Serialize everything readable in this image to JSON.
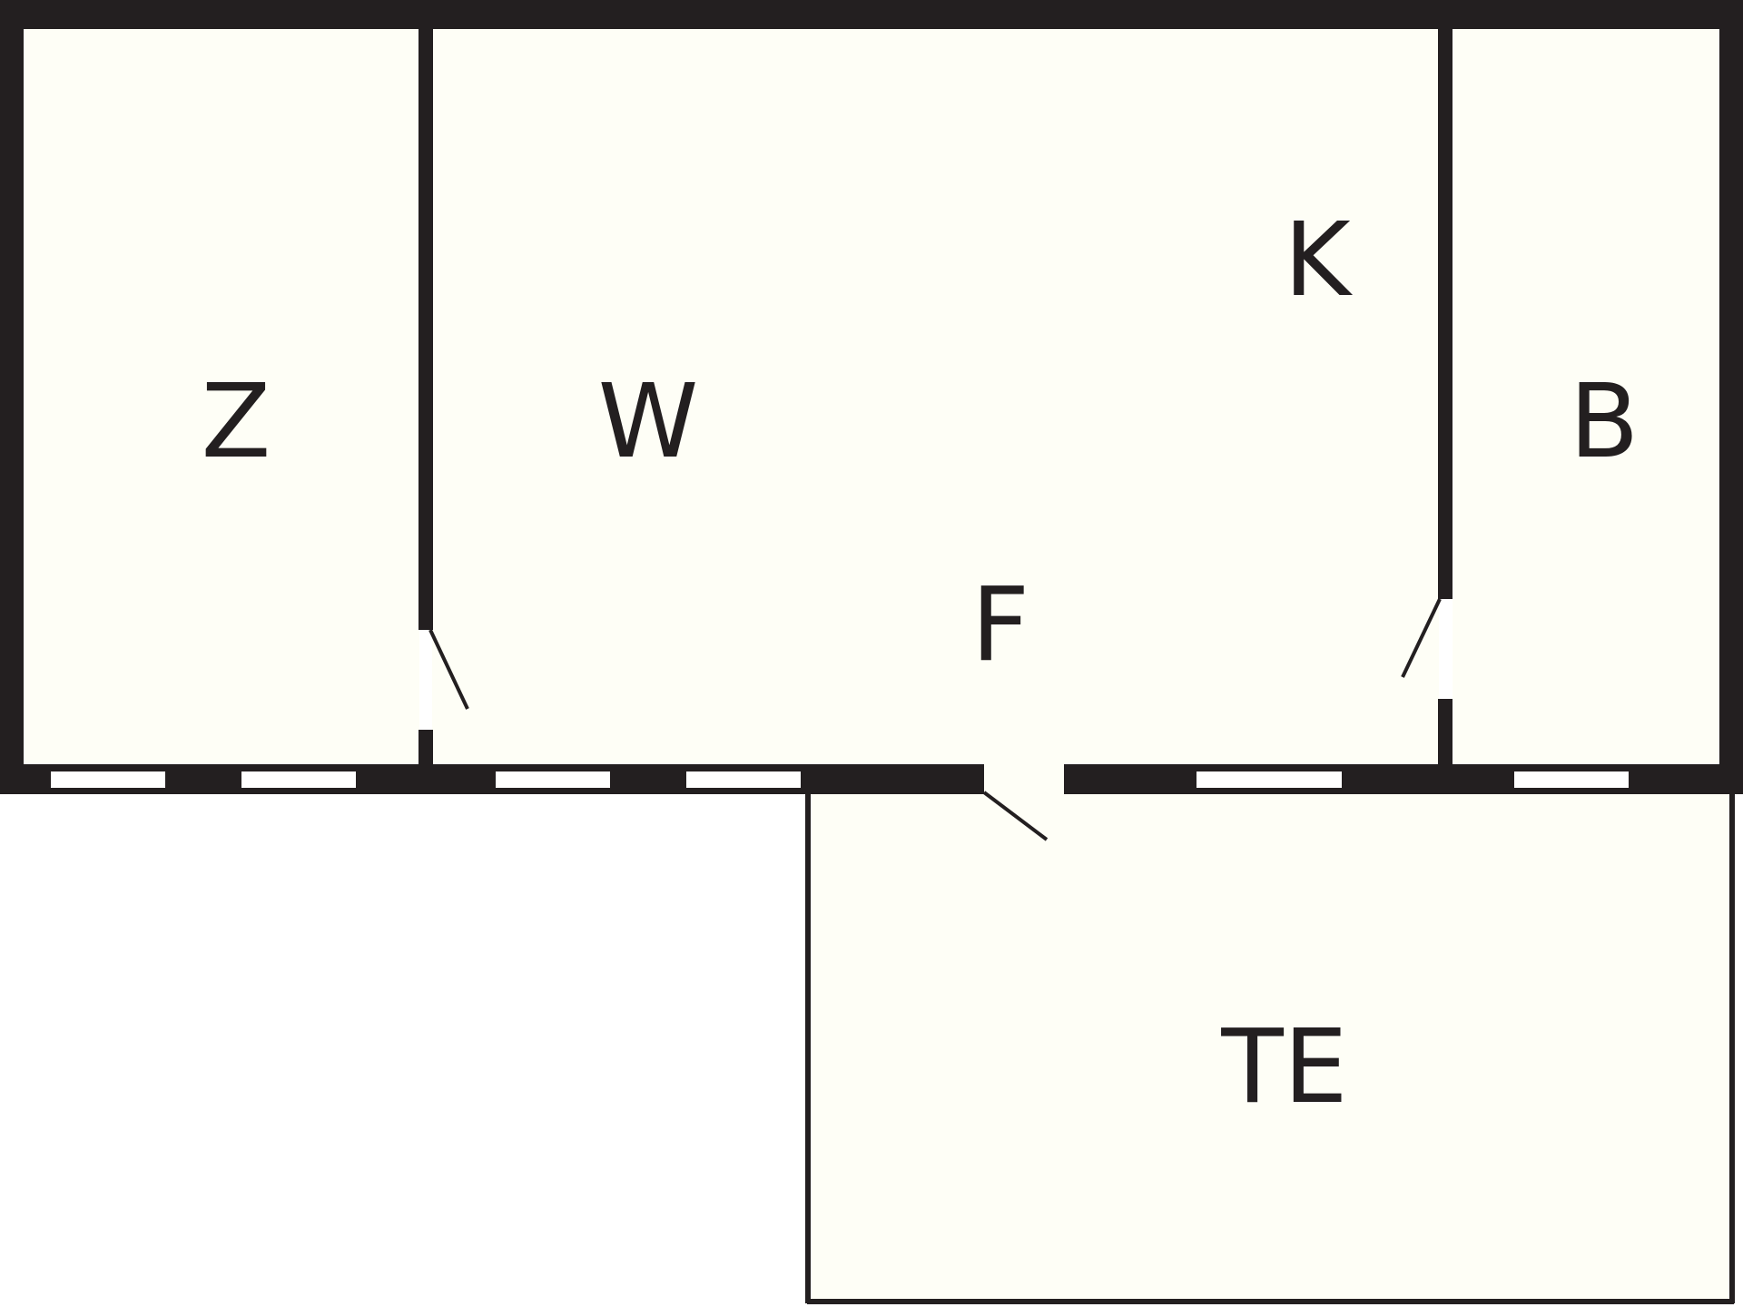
{
  "colors": {
    "wall": "#231f20",
    "floor": "#fefef6",
    "window": "#ffffff",
    "background": "#ffffff",
    "label": "#231f20"
  },
  "rooms": {
    "z": {
      "label": "Z"
    },
    "w": {
      "label": "W"
    },
    "k": {
      "label": "K"
    },
    "b": {
      "label": "B"
    },
    "f": {
      "label": "F"
    },
    "te": {
      "label": "TE"
    }
  }
}
